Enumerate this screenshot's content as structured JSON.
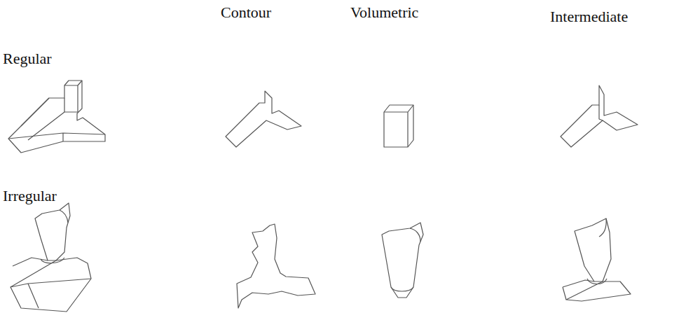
{
  "diagram": {
    "labels": [
      "Contour",
      "Volumetric",
      "Intermediate",
      "Regular",
      "Irregular"
    ]
  }
}
